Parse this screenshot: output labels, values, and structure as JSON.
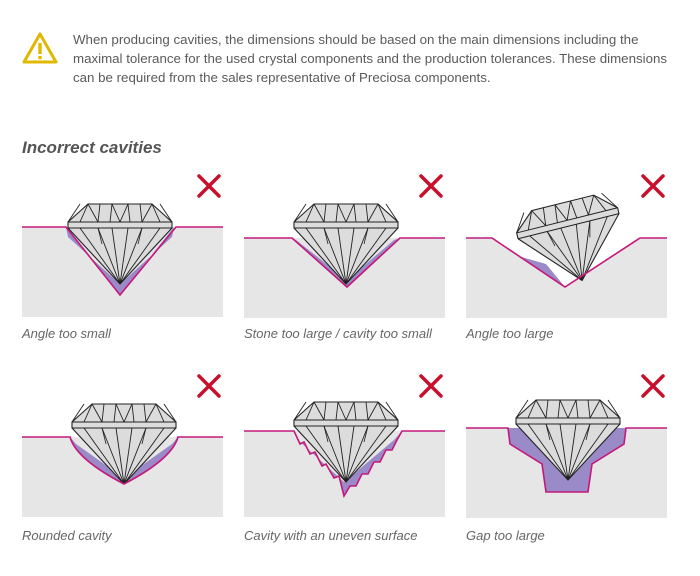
{
  "notice": {
    "icon": "warning-triangle-icon",
    "text": "When producing cavities, the dimensions should be based on the main dimensions including the maximal tolerance for the used crystal components and the production tolerances. These dimensions can be required from the sales representative of Preciosa components."
  },
  "section": {
    "heading": "Incorrect cavities"
  },
  "colors": {
    "cavity_line": "#c4187a",
    "gap_fill": "#9a8ac8",
    "block_fill": "#e6e6e6",
    "cross": "#c8102e",
    "warning": "#e0b800"
  },
  "panels": [
    {
      "caption": "Angle too small",
      "status_icon": "red-x-icon"
    },
    {
      "caption": "Stone too large / cavity too small",
      "status_icon": "red-x-icon"
    },
    {
      "caption": "Angle too large",
      "status_icon": "red-x-icon"
    },
    {
      "caption": "Rounded cavity",
      "status_icon": "red-x-icon"
    },
    {
      "caption": "Cavity with an uneven surface",
      "status_icon": "red-x-icon"
    },
    {
      "caption": "Gap too large",
      "status_icon": "red-x-icon"
    }
  ]
}
